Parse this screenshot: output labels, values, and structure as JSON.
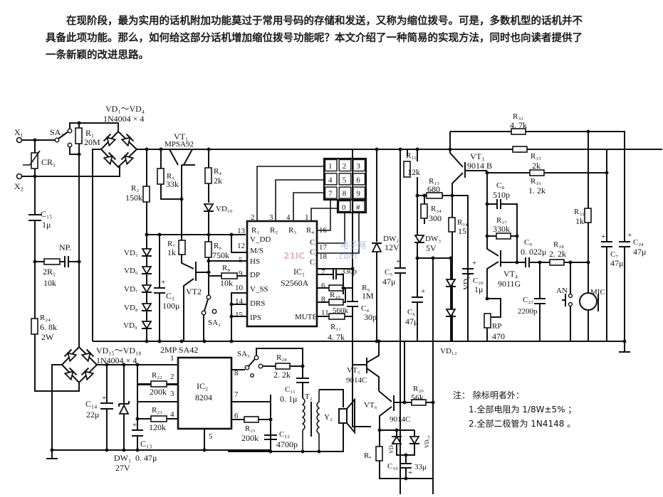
{
  "intro": {
    "paragraph": "在现阶段，最为实用的话机附加功能莫过于常用号码的存储和发送，又称为缩位拨号。可是，多数机型的话机并不具备此项功能。那么，如何给这部分话机增加缩位拨号功能呢？本文介绍了一种简易的实现方法，同时也向读者提供了一条新颖的改进思路。"
  },
  "terminals": {
    "x1": "X₁",
    "x2": "X₂"
  },
  "components": {
    "sa1": "SA₁",
    "r1": "R₁",
    "r1_val": "20M",
    "cr1": "CR₁",
    "bridge1": "VD₁～VD₄",
    "bridge1_val": "1N4004 × 4",
    "vt1": "VT₁",
    "vt1_val": "MPSA92",
    "r5": "R₅",
    "r5_val": "33k",
    "r4": "R₄",
    "r4_val": "2k",
    "vd10": "VD₁₀",
    "r2": "R₂",
    "r2_val": "150k",
    "c15": "C₁₅",
    "c15_val": "1μ",
    "np": "NP.",
    "r2r1": "2R₁",
    "r2r1_val": "10k",
    "r24": "R₂₄",
    "r24_val": "6. 8k",
    "r24_w": "2W",
    "vd5": "VD₅",
    "vd6": "VD₆",
    "vd7": "VD₇",
    "vd8": "VD₈",
    "vd9": "VD₉",
    "c1": "C₁",
    "c1_val": "100μ",
    "r7": "R₇",
    "r7_val": "1k",
    "r6": "R₆",
    "r6_val": "750k",
    "r8": "R₈",
    "r8_val": "10k",
    "vt2": "VT2",
    "sa2": "SA₂",
    "bridge2": "VD₁₅～VD₁₈",
    "bridge2_val": "1N4004 × 4",
    "vt_sa42": "2MP SA42",
    "r22": "R₂₂",
    "r22_val": "200k",
    "r23": "R₂₃",
    "r23_val": "120k",
    "c14": "C₁₄",
    "c14_val": "22μ",
    "dw1": "DW₁",
    "dw1_val": "27V",
    "c13": "C₁₃",
    "c13_val": "0. 47μ",
    "sa3": "SA₃",
    "r28": "R₂₈",
    "r28_val": "2. 2k",
    "c11": "C₁₁",
    "c11_val": "0. 1μ",
    "t2": "T₂",
    "y2": "Y₂",
    "r21": "R₂₁",
    "r21_val": "200k",
    "c12": "C₁₂",
    "c12_val": "4700p",
    "c3": "C₃",
    "c3_val": "330p",
    "r9": "R₉",
    "r9_val": "1M",
    "r10": "R₁₀",
    "c4": "C₄",
    "c4_val": "30p",
    "r11": "R₁₁",
    "r11_val": "4. 7k",
    "r_560k": "560k",
    "dw2": "DW₂",
    "dw2_val": "12V",
    "c5": "C₅",
    "c5_val": "47μ",
    "r12": "R₁₂",
    "r12_val": "12k",
    "r13": "R₁₃",
    "r13_val": "680",
    "r34": "R₃₄",
    "r34_val": "300",
    "dw3": "DW₃",
    "dw3_val": "5V",
    "c6": "C₆",
    "c6_val": "47μ",
    "r14": "R₁₄",
    "r14_val": "15",
    "vd11": "VD₁₁",
    "vd12": "VD₁₂",
    "c20": "C₂₀",
    "c20_val": "1μ",
    "vt3": "VT₃",
    "vt3_val": "9014 B",
    "r33": "R₃₃",
    "r33_val": "4. 7k",
    "r15": "R₁₅",
    "r15_val": "2k",
    "r16": "R₁₆",
    "r16_val": "1. 2k",
    "c8": "C₈",
    "c8_val": "510p",
    "r17": "R₁₇",
    "r17_val": "330k",
    "c9": "C₉",
    "c9_val": "0. 022μ",
    "r18": "R₁₈",
    "r18_val": "2. 2k",
    "vt4": "VT₄",
    "vt4_val": "9011G",
    "rp": "RP",
    "rp_val": "470",
    "c23": "C₂₃",
    "c23_val": "2200p",
    "an": "AN",
    "mic": "MIC",
    "r32": "R₃₂",
    "r32_val": "1k",
    "c7": "C₇",
    "c7_val": "47μ",
    "c24": "C₂₄",
    "c24_val": "47μ",
    "vt5": "VT₅",
    "vt5_val": "9014C",
    "vt6": "VT₆",
    "vt6_val": "9014C",
    "r20": "R₂₀",
    "r20_val": "56k",
    "rv": "Rᵥ",
    "vd13": "VD₁₃",
    "vd14": "VD₁₄",
    "c10": "C₁₀",
    "c10_val": "33μ"
  },
  "ic1": {
    "name": "IC₁",
    "part": "S2560A",
    "pins": {
      "p2": "2",
      "p3": "3",
      "p4": "4",
      "p1": "1",
      "p16": "16",
      "p17": "17",
      "p18": "18",
      "p13": "13",
      "p12": "12",
      "p5": "5",
      "p9": "9",
      "p10": "10",
      "p14": "14",
      "p15": "15",
      "p7": "7",
      "p6": "6",
      "p8": "8",
      "p11": "11"
    },
    "labels": {
      "r1": "R₁",
      "r2": "R₂",
      "r3": "R₃",
      "r4": "R₄",
      "c1": "C₁",
      "c2": "C₂",
      "c3": "C₃",
      "vdd": "V_DD",
      "ms": "M/S",
      "hs": "HS",
      "dp": "DP",
      "vss": "V_SS",
      "drs": "DRS",
      "ips": "IPS",
      "mute": "MUTE"
    }
  },
  "ic2": {
    "name": "IC₂",
    "part": "8204",
    "pins": {
      "p1": "1",
      "p2": "2",
      "p3": "3",
      "p4": "4",
      "p5": "5",
      "p6": "6",
      "p7": "7",
      "p8": "8"
    }
  },
  "keypad": {
    "keys": [
      "1",
      "2",
      "3",
      "4",
      "5",
      "6",
      "7",
      "8",
      "9",
      "0",
      "#"
    ]
  },
  "watermark": {
    "main": "21IC",
    "cn": "电子网",
    "com": ".com"
  },
  "notes": {
    "title": "注：  除标明者外：",
    "items": [
      "1.全部电阻为 1/8W±5% ；",
      "2.全部二极管为 1N4148 。"
    ]
  }
}
